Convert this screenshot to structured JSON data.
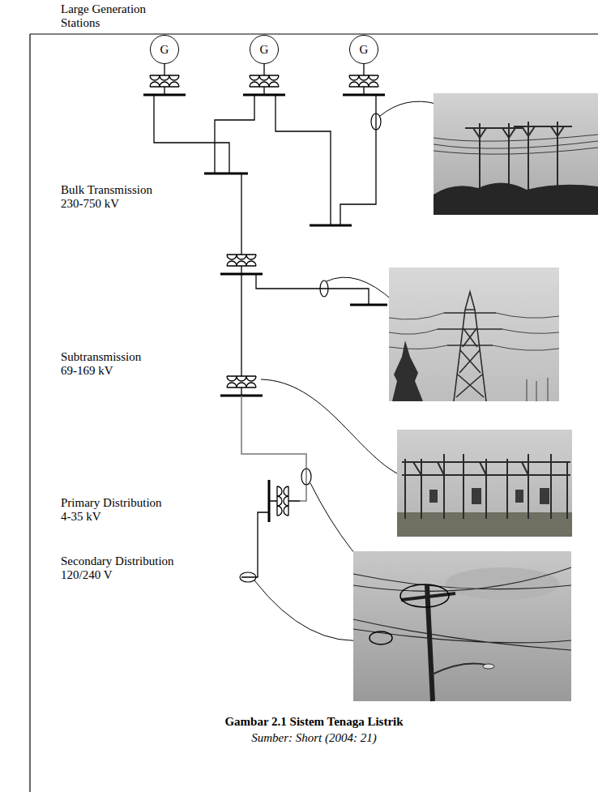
{
  "diagram": {
    "caption": "Gambar 2.1 Sistem Tenaga Listrik",
    "nodes": [
      {
        "text": [
          "G"
        ]
      },
      {
        "text": [
          "G"
        ]
      },
      {
        "text": [
          "G"
        ]
      }
    ],
    "labels": [
      "Large Generation Stations",
      "Bulk Transmission 230-750 kV",
      "Subtransmission 69-169 kV",
      "Primary Distribution 4-35 kV",
      "Secondary Distribution 120/240 V",
      "Sumber: Short (2004: 21)"
    ]
  }
}
